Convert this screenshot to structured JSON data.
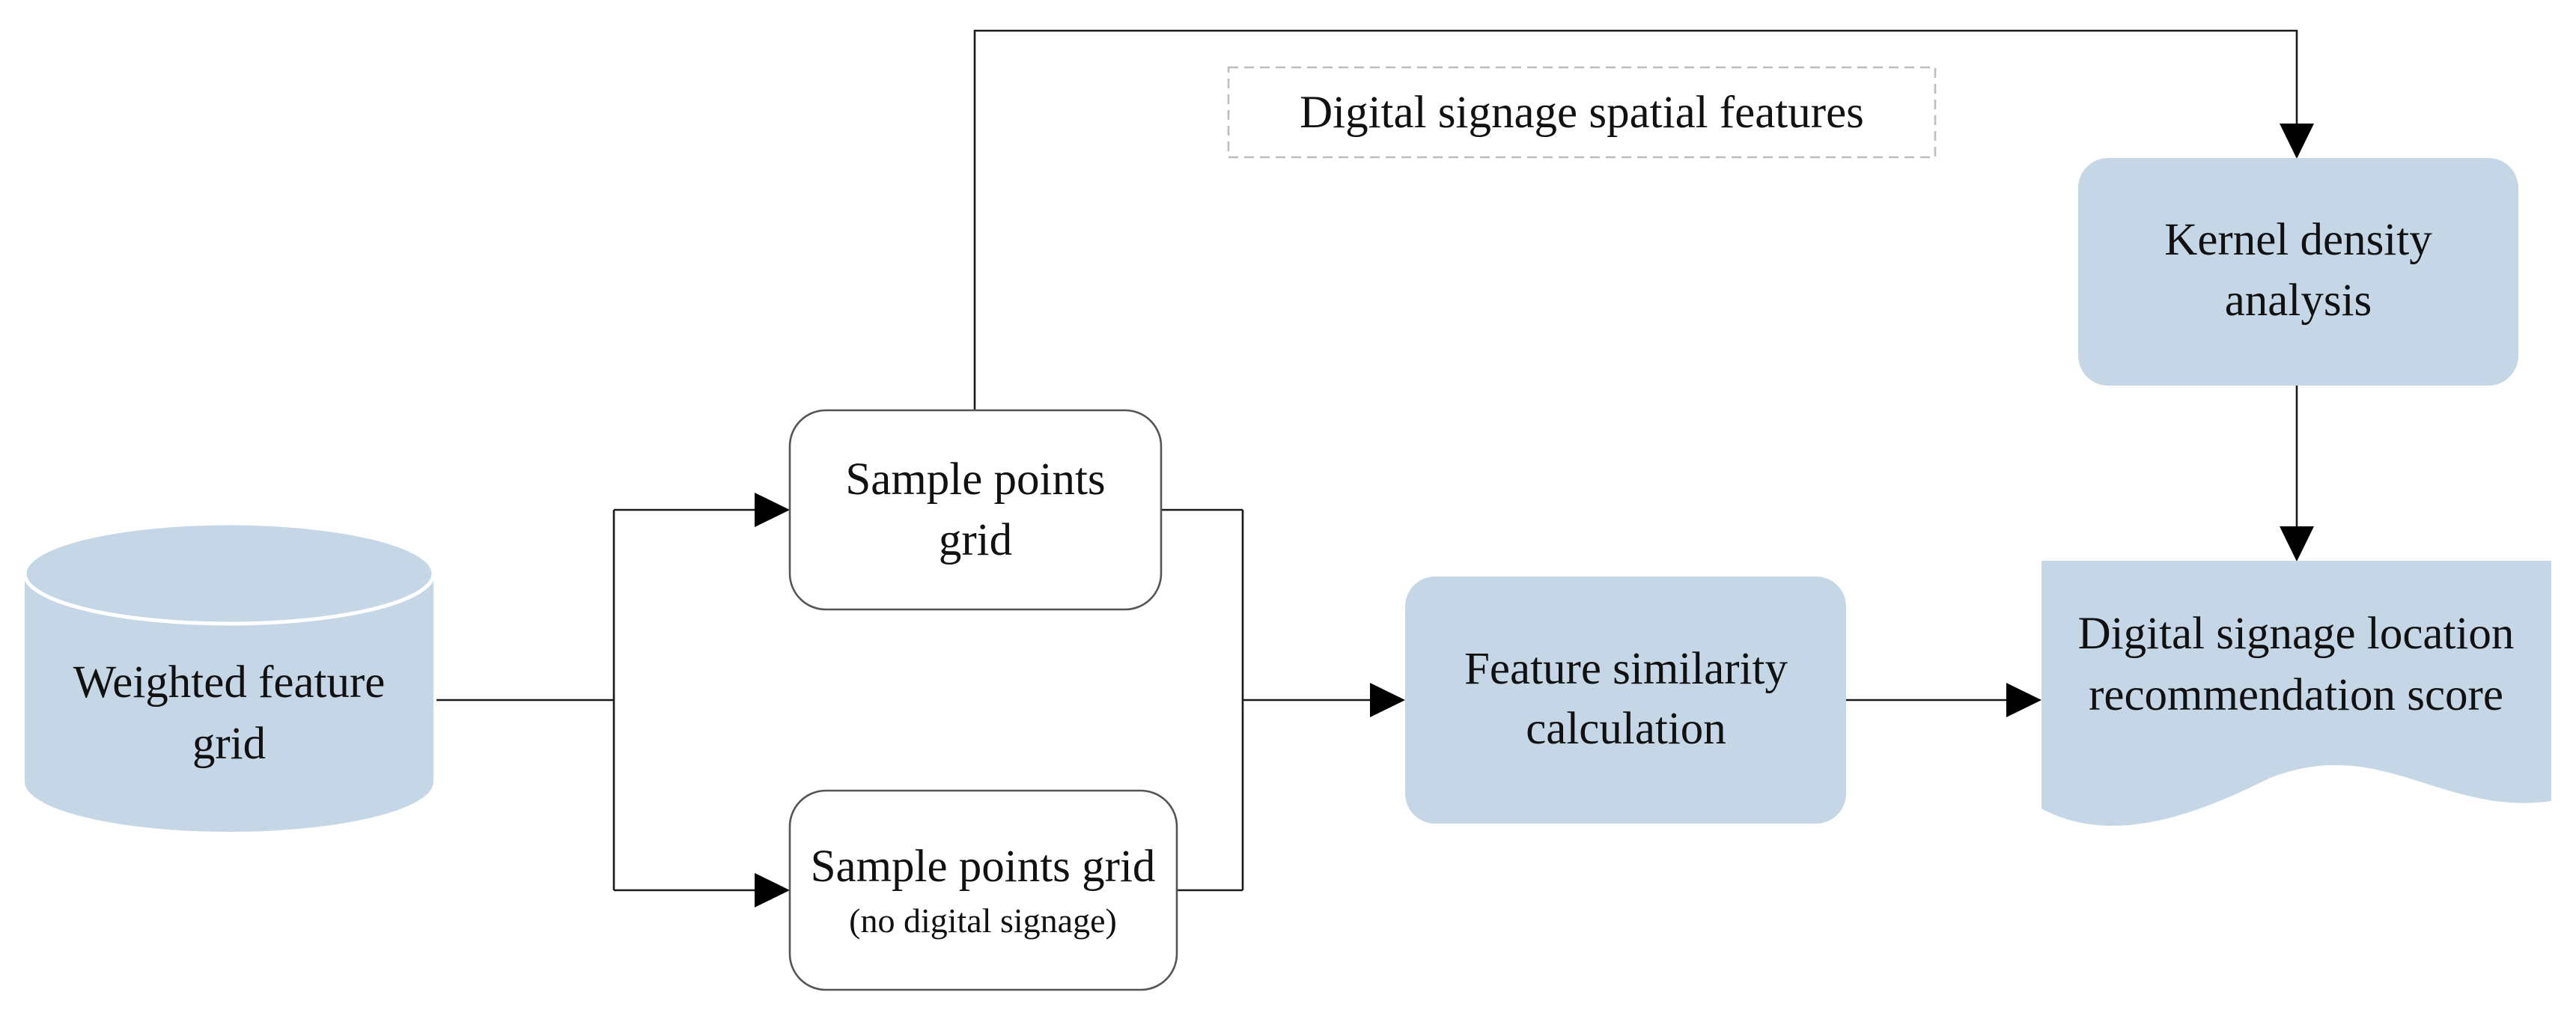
{
  "nodes": {
    "weighted_feature_grid": {
      "line1": "Weighted feature",
      "line2": "grid"
    },
    "sample_points_grid": {
      "line1": "Sample points",
      "line2": "grid"
    },
    "sample_points_grid_no_signage": {
      "line1": "Sample points grid",
      "line2": "(no digital signage)"
    },
    "feature_similarity": {
      "line1": "Feature similarity",
      "line2": "calculation"
    },
    "kernel_density": {
      "line1": "Kernel density",
      "line2": "analysis"
    },
    "recommendation_score": {
      "line1": "Digital signage location",
      "line2": "recommendation score"
    }
  },
  "annotation": {
    "spatial_features": "Digital signage spatial features"
  },
  "colors": {
    "box_fill": "#c5d7e6",
    "line": "#1a1a1a",
    "dashed_border": "#bdbdbd"
  }
}
